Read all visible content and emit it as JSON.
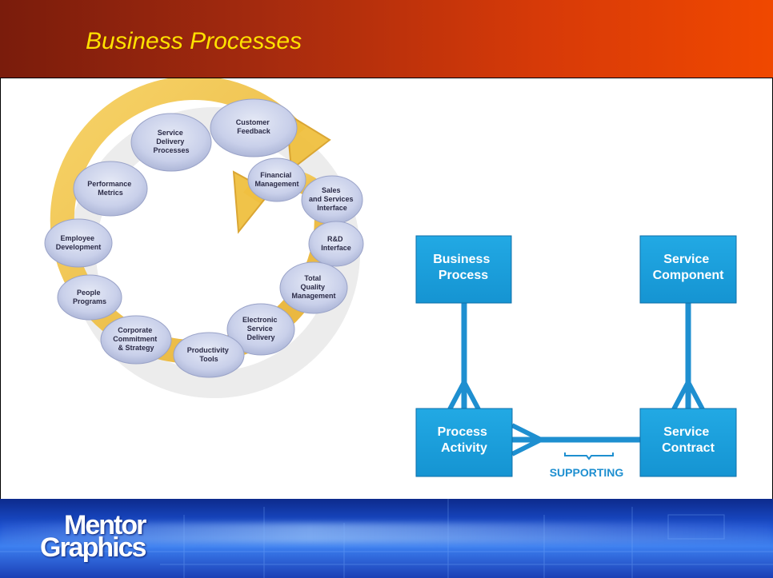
{
  "slide": {
    "title": "Business Processes"
  },
  "cycle": {
    "items": [
      {
        "lines": [
          "Customer",
          "Feedback"
        ]
      },
      {
        "lines": [
          "Financial",
          "Management"
        ]
      },
      {
        "lines": [
          "Sales",
          "and Services",
          "Interface"
        ]
      },
      {
        "lines": [
          "R&D",
          "Interface"
        ]
      },
      {
        "lines": [
          "Total",
          "Quality",
          "Management"
        ]
      },
      {
        "lines": [
          "Electronic",
          "Service",
          "Delivery"
        ]
      },
      {
        "lines": [
          "Productivity",
          "Tools"
        ]
      },
      {
        "lines": [
          "Corporate",
          "Commitment",
          "& Strategy"
        ]
      },
      {
        "lines": [
          "People",
          "Programs"
        ]
      },
      {
        "lines": [
          "Employee",
          "Development"
        ]
      },
      {
        "lines": [
          "Performance",
          "Metrics"
        ]
      },
      {
        "lines": [
          "Service",
          "Delivery",
          "Processes"
        ]
      }
    ]
  },
  "model": {
    "business_process": [
      "Business",
      "Process"
    ],
    "service_component": [
      "Service",
      "Component"
    ],
    "process_activity": [
      "Process",
      "Activity"
    ],
    "service_contract": [
      "Service",
      "Contract"
    ],
    "relationship_label": "SUPPORTING"
  },
  "logo": {
    "line1": "Mentor",
    "line2": "Graphics"
  },
  "colors": {
    "title_text": "#ffe100",
    "box_fill": "#1aa0dd",
    "connector": "#1e8fd0",
    "arrow": "#f0c040",
    "bubble": "#c8cfe8"
  }
}
